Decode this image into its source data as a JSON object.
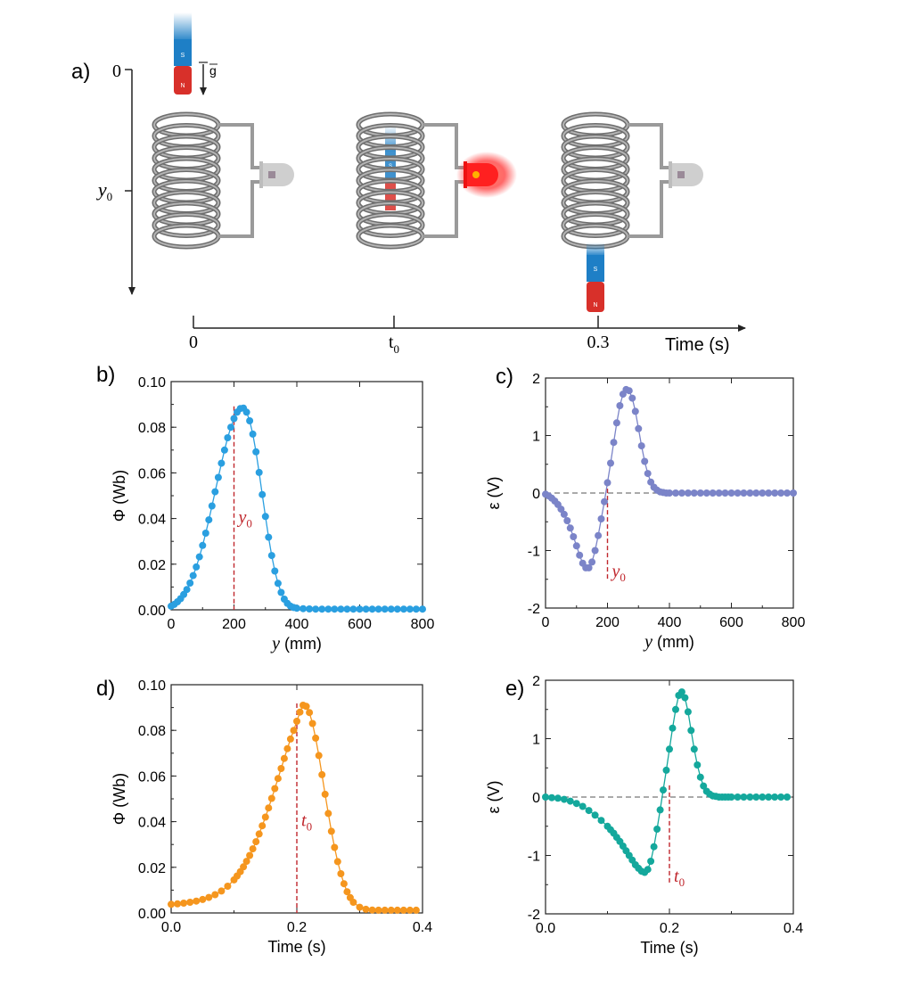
{
  "schematic": {
    "panel_label": "a)",
    "y_axis_zero": "0",
    "y_axis_mark": "y",
    "y_axis_mark_sub": "0",
    "gravity_label": "g",
    "magnet_south": "S",
    "magnet_north": "N",
    "time_ticks": [
      "0",
      "t",
      "0.3"
    ],
    "time_t0_sub": "0",
    "time_axis_label": "Time (s)",
    "colors": {
      "coil": "#8a8a8a",
      "magnet_south": "#1e7fc6",
      "magnet_north": "#d8302a",
      "led_on": "#ff2020",
      "led_off": "#cfcfcf"
    }
  },
  "chart_data": [
    {
      "panel_label": "b)",
      "type": "scatter",
      "xlabel_var": "y",
      "xlabel_unit": " (mm)",
      "ylabel": "Φ (Wb)",
      "xlim": [
        0,
        800
      ],
      "ylim": [
        0,
        0.1
      ],
      "xticks": [
        "0",
        "200",
        "400",
        "600",
        "800"
      ],
      "yticks": [
        "0.00",
        "0.02",
        "0.04",
        "0.06",
        "0.08",
        "0.10"
      ],
      "marker_label": "y",
      "marker_label_sub": "0",
      "marker_x": 200,
      "color": "#2a9fe0",
      "x": [
        0,
        10,
        20,
        30,
        40,
        50,
        60,
        70,
        80,
        90,
        100,
        110,
        120,
        130,
        140,
        150,
        160,
        170,
        180,
        190,
        200,
        210,
        220,
        230,
        240,
        250,
        260,
        270,
        280,
        290,
        300,
        310,
        320,
        330,
        340,
        350,
        360,
        370,
        380,
        390,
        400,
        420,
        440,
        460,
        480,
        500,
        520,
        540,
        560,
        580,
        600,
        620,
        640,
        660,
        680,
        700,
        720,
        740,
        760,
        780,
        800
      ],
      "y": [
        0.0016,
        0.0024,
        0.0035,
        0.0049,
        0.0067,
        0.0089,
        0.0117,
        0.015,
        0.0188,
        0.0232,
        0.0282,
        0.0336,
        0.0394,
        0.0455,
        0.0517,
        0.058,
        0.0642,
        0.07,
        0.0754,
        0.08,
        0.0838,
        0.0866,
        0.0882,
        0.0884,
        0.0866,
        0.0828,
        0.077,
        0.0692,
        0.0602,
        0.0505,
        0.0409,
        0.0318,
        0.0238,
        0.017,
        0.0116,
        0.0076,
        0.0047,
        0.0028,
        0.0016,
        0.001,
        0.0007,
        0.0005,
        0.0004,
        0.0003,
        0.0003,
        0.0003,
        0.0003,
        0.0003,
        0.0003,
        0.0003,
        0.0003,
        0.0003,
        0.0003,
        0.0003,
        0.0003,
        0.0003,
        0.0003,
        0.0003,
        0.0003,
        0.0003,
        0.0003
      ]
    },
    {
      "panel_label": "c)",
      "type": "scatter",
      "xlabel_var": "y",
      "xlabel_unit": " (mm)",
      "ylabel": "ε (V)",
      "xlim": [
        0,
        800
      ],
      "ylim": [
        -2,
        2
      ],
      "xticks": [
        "0",
        "200",
        "400",
        "600",
        "800"
      ],
      "yticks": [
        "-2",
        "-1",
        "0",
        "1",
        "2"
      ],
      "zero_line": true,
      "marker_label": "y",
      "marker_label_sub": "0",
      "marker_x": 200,
      "color": "#7b84c8",
      "x": [
        0,
        10,
        20,
        30,
        40,
        50,
        60,
        70,
        80,
        90,
        100,
        110,
        120,
        130,
        140,
        150,
        160,
        170,
        180,
        190,
        200,
        210,
        220,
        230,
        240,
        250,
        260,
        270,
        280,
        290,
        300,
        310,
        320,
        330,
        340,
        350,
        360,
        370,
        380,
        390,
        400,
        420,
        440,
        460,
        480,
        500,
        520,
        540,
        560,
        580,
        600,
        620,
        640,
        660,
        680,
        700,
        720,
        740,
        760,
        780,
        800
      ],
      "y": [
        -0.02,
        -0.05,
        -0.09,
        -0.14,
        -0.2,
        -0.28,
        -0.37,
        -0.48,
        -0.61,
        -0.76,
        -0.92,
        -1.08,
        -1.22,
        -1.3,
        -1.3,
        -1.2,
        -1.0,
        -0.74,
        -0.45,
        -0.15,
        0.18,
        0.52,
        0.88,
        1.22,
        1.52,
        1.72,
        1.8,
        1.78,
        1.65,
        1.42,
        1.12,
        0.82,
        0.55,
        0.34,
        0.19,
        0.1,
        0.05,
        0.02,
        0.01,
        0.0,
        0.0,
        0.0,
        0.0,
        0.0,
        0.0,
        0.0,
        0.0,
        0.0,
        0.0,
        0.0,
        0.0,
        0.0,
        0.0,
        0.0,
        0.0,
        0.0,
        0.0,
        0.0,
        0.0,
        0.0,
        0.0
      ]
    },
    {
      "panel_label": "d)",
      "type": "scatter",
      "xlabel": "Time (s)",
      "ylabel": "Φ (Wb)",
      "xlim": [
        0,
        0.4
      ],
      "ylim": [
        0,
        0.1
      ],
      "xticks": [
        "0.0",
        "0.2",
        "0.4"
      ],
      "yticks": [
        "0.00",
        "0.02",
        "0.04",
        "0.06",
        "0.08",
        "0.10"
      ],
      "marker_label": "t",
      "marker_label_sub": "0",
      "marker_x": 0.2,
      "color": "#f5961e",
      "x": [
        0.0,
        0.01,
        0.02,
        0.03,
        0.04,
        0.05,
        0.06,
        0.07,
        0.08,
        0.09,
        0.1,
        0.105,
        0.11,
        0.115,
        0.12,
        0.125,
        0.13,
        0.135,
        0.14,
        0.145,
        0.15,
        0.155,
        0.16,
        0.165,
        0.17,
        0.175,
        0.18,
        0.185,
        0.19,
        0.195,
        0.2,
        0.205,
        0.21,
        0.215,
        0.22,
        0.225,
        0.23,
        0.235,
        0.24,
        0.245,
        0.25,
        0.255,
        0.26,
        0.265,
        0.27,
        0.275,
        0.28,
        0.285,
        0.29,
        0.3,
        0.31,
        0.32,
        0.33,
        0.34,
        0.35,
        0.36,
        0.37,
        0.38,
        0.39
      ],
      "y": [
        0.0038,
        0.004,
        0.0043,
        0.0047,
        0.0052,
        0.0059,
        0.0068,
        0.008,
        0.0096,
        0.0117,
        0.0145,
        0.0162,
        0.0181,
        0.0202,
        0.0226,
        0.0252,
        0.0281,
        0.0312,
        0.0346,
        0.0382,
        0.042,
        0.046,
        0.0502,
        0.0545,
        0.0589,
        0.0633,
        0.0677,
        0.072,
        0.0762,
        0.08,
        0.084,
        0.088,
        0.091,
        0.0905,
        0.0878,
        0.083,
        0.0766,
        0.069,
        0.0606,
        0.052,
        0.0436,
        0.0358,
        0.0287,
        0.0225,
        0.0172,
        0.0128,
        0.0093,
        0.0067,
        0.0047,
        0.0025,
        0.0016,
        0.0013,
        0.0012,
        0.0012,
        0.0012,
        0.0012,
        0.0012,
        0.0012,
        0.0012
      ]
    },
    {
      "panel_label": "e)",
      "type": "scatter",
      "xlabel": "Time (s)",
      "ylabel": "ε (V)",
      "xlim": [
        0,
        0.4
      ],
      "ylim": [
        -2,
        2
      ],
      "xticks": [
        "0.0",
        "0.2",
        "0.4"
      ],
      "yticks": [
        "-2",
        "-1",
        "0",
        "1",
        "2"
      ],
      "zero_line": true,
      "marker_label": "t",
      "marker_label_sub": "0",
      "marker_x": 0.2,
      "color": "#14a89c",
      "x": [
        0.0,
        0.01,
        0.02,
        0.03,
        0.04,
        0.05,
        0.06,
        0.07,
        0.08,
        0.09,
        0.1,
        0.105,
        0.11,
        0.115,
        0.12,
        0.125,
        0.13,
        0.135,
        0.14,
        0.145,
        0.15,
        0.155,
        0.16,
        0.165,
        0.17,
        0.175,
        0.18,
        0.185,
        0.19,
        0.195,
        0.2,
        0.205,
        0.21,
        0.215,
        0.22,
        0.225,
        0.23,
        0.235,
        0.24,
        0.245,
        0.25,
        0.255,
        0.26,
        0.265,
        0.27,
        0.275,
        0.28,
        0.285,
        0.29,
        0.295,
        0.3,
        0.31,
        0.32,
        0.33,
        0.34,
        0.35,
        0.36,
        0.37,
        0.38,
        0.39
      ],
      "y": [
        0.0,
        -0.01,
        -0.02,
        -0.04,
        -0.07,
        -0.11,
        -0.16,
        -0.23,
        -0.31,
        -0.4,
        -0.5,
        -0.56,
        -0.62,
        -0.69,
        -0.76,
        -0.84,
        -0.92,
        -1.0,
        -1.08,
        -1.16,
        -1.22,
        -1.27,
        -1.29,
        -1.24,
        -1.1,
        -0.85,
        -0.55,
        -0.22,
        0.12,
        0.46,
        0.82,
        1.18,
        1.5,
        1.74,
        1.8,
        1.7,
        1.46,
        1.14,
        0.82,
        0.55,
        0.34,
        0.19,
        0.1,
        0.05,
        0.02,
        0.01,
        0.0,
        0.0,
        0.0,
        0.0,
        0.0,
        0.0,
        0.0,
        0.0,
        0.0,
        0.0,
        0.0,
        0.0,
        0.0,
        0.0
      ]
    }
  ]
}
